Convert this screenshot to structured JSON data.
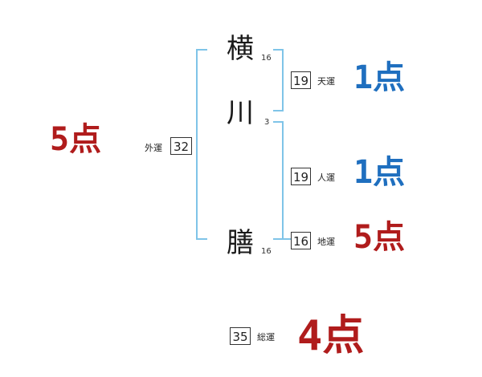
{
  "colors": {
    "bracket": "#7fc4e8",
    "good": "#1f6fbf",
    "bad": "#b01c1c",
    "text": "#1a1a1a"
  },
  "name": {
    "chars": [
      {
        "char": "横",
        "strokes": "16"
      },
      {
        "char": "川",
        "strokes": "3"
      },
      {
        "char": "膳",
        "strokes": "16"
      }
    ]
  },
  "fortunes": {
    "gaiun": {
      "label": "外運",
      "value": "32",
      "score_num": "5",
      "score_unit": "点",
      "color": "bad"
    },
    "tenun": {
      "label": "天運",
      "value": "19",
      "score_num": "1",
      "score_unit": "点",
      "color": "good"
    },
    "jinun": {
      "label": "人運",
      "value": "19",
      "score_num": "1",
      "score_unit": "点",
      "color": "good"
    },
    "chiun": {
      "label": "地運",
      "value": "16",
      "score_num": "5",
      "score_unit": "点",
      "color": "bad"
    },
    "souun": {
      "label": "総運",
      "value": "35",
      "score_num": "4",
      "score_unit": "点",
      "color": "bad"
    }
  }
}
